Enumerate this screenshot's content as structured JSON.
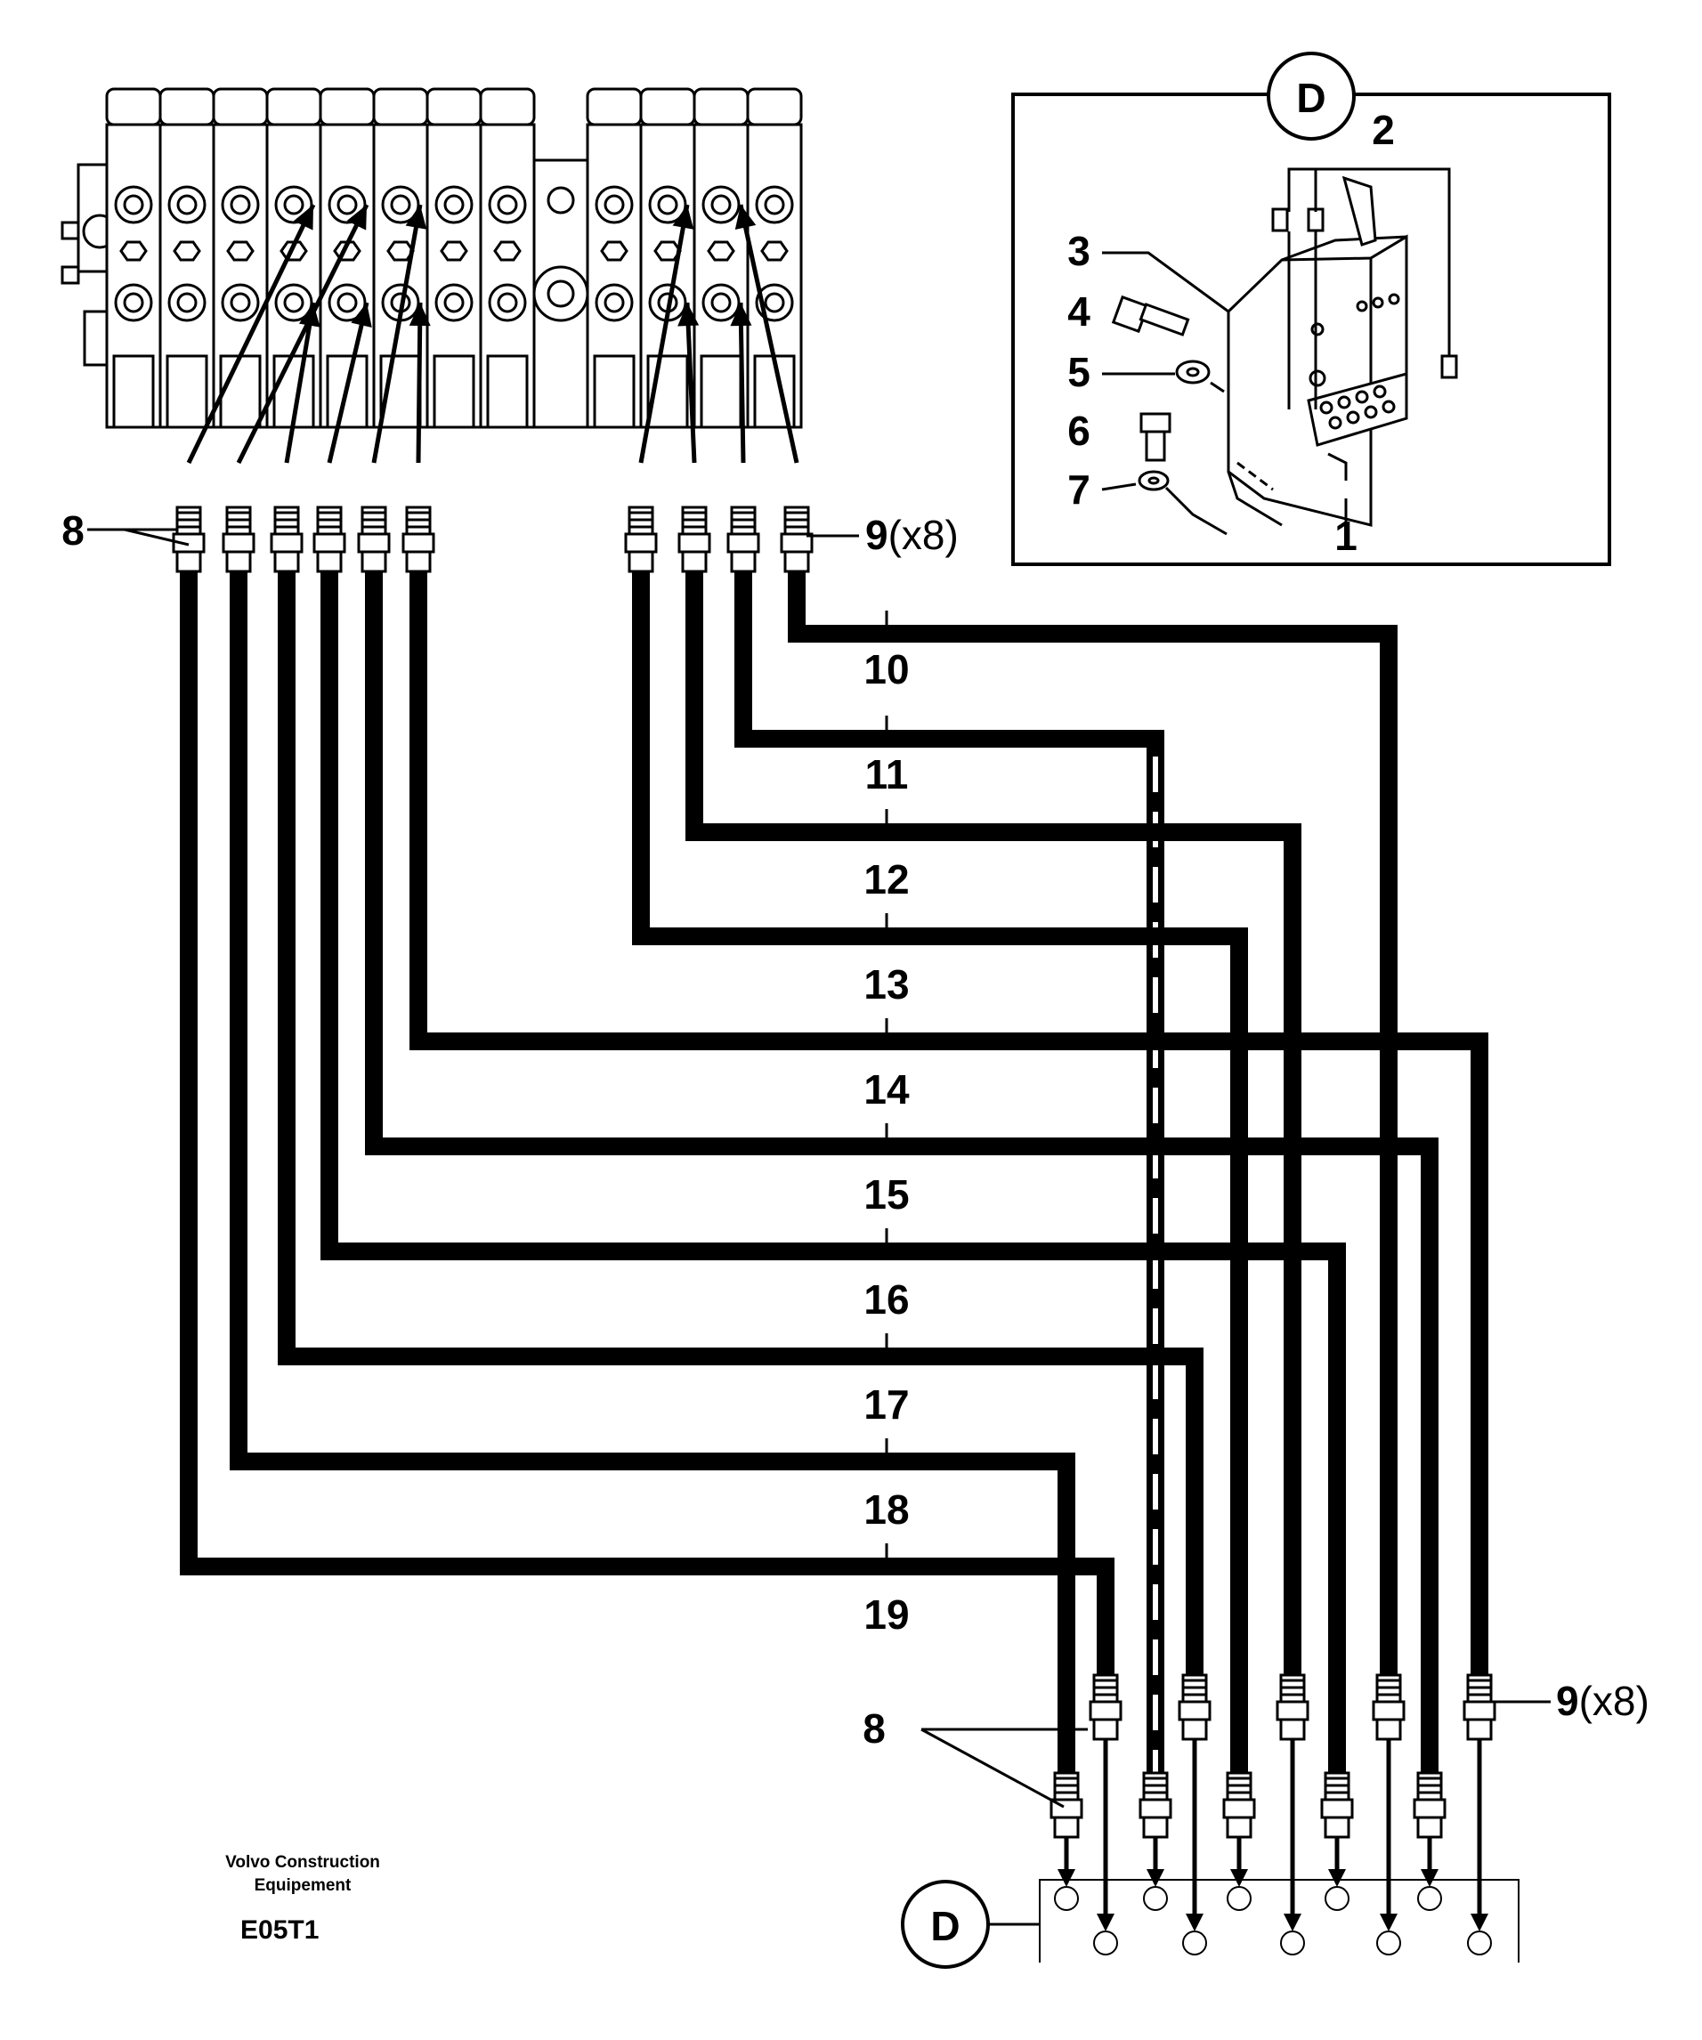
{
  "figure": {
    "callout_letter": "D",
    "inset_labels": [
      "1",
      "2",
      "3",
      "4",
      "5",
      "6",
      "7"
    ],
    "fitting_label": "8",
    "fitting_label_alt_num": "9",
    "fitting_label_alt_qty": "(x8)",
    "hose_labels": [
      "10",
      "11",
      "12",
      "13",
      "14",
      "15",
      "16",
      "17",
      "18",
      "19"
    ],
    "manufacturer_line1": "Volvo Construction",
    "manufacturer_line2": "Equipement",
    "figure_code": "E05T1"
  },
  "colors": {
    "ink": "#000000",
    "paper": "#ffffff"
  }
}
